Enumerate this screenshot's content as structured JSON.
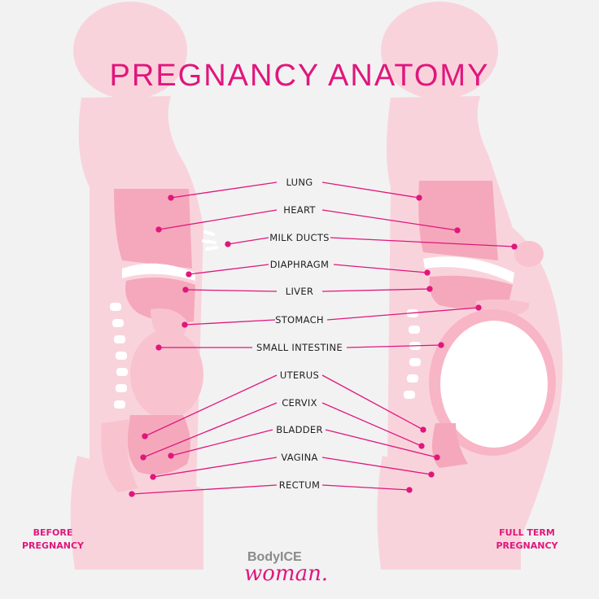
{
  "title": "PREGNANCY ANATOMY",
  "labels": [
    "LUNG",
    "HEART",
    "MILK DUCTS",
    "DIAPHRAGM",
    "LIVER",
    "STOMACH",
    "SMALL INTESTINE",
    "UTERUS",
    "CERVIX",
    "BLADDER",
    "VAGINA",
    "RECTUM"
  ],
  "left_caption": {
    "line1": "BEFORE",
    "line2": "PREGNANCY"
  },
  "right_caption": {
    "line1": "FULL TERM",
    "line2": "PREGNANCY"
  },
  "brand": {
    "line1": "BodyICE",
    "line2": "woman."
  },
  "colors": {
    "accent": "#e0177c",
    "silhouette": "#f9d3dc",
    "organ": "#f5a8bb",
    "organ_light": "#f8c3cf",
    "background": "#f2f2f2"
  }
}
